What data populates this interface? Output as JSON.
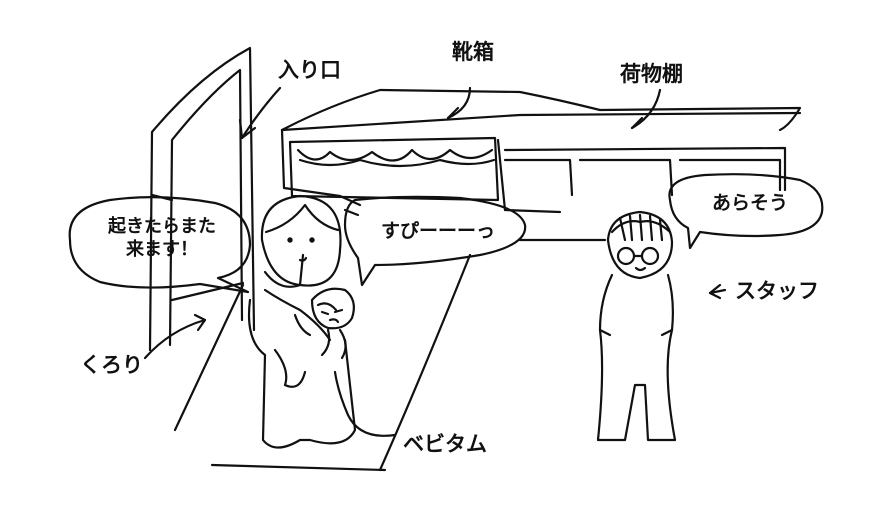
{
  "labels": {
    "entrance": "入り口",
    "shoe_box": "靴箱",
    "luggage_shelf": "荷物棚",
    "staff": "スタッフ",
    "kurori": "くろり",
    "baby": "ベビタム"
  },
  "speech": {
    "mother_line1": "起きたらまた",
    "mother_line2": "来ます！",
    "baby": "すぴーーーっ",
    "staff": "あらそう"
  }
}
